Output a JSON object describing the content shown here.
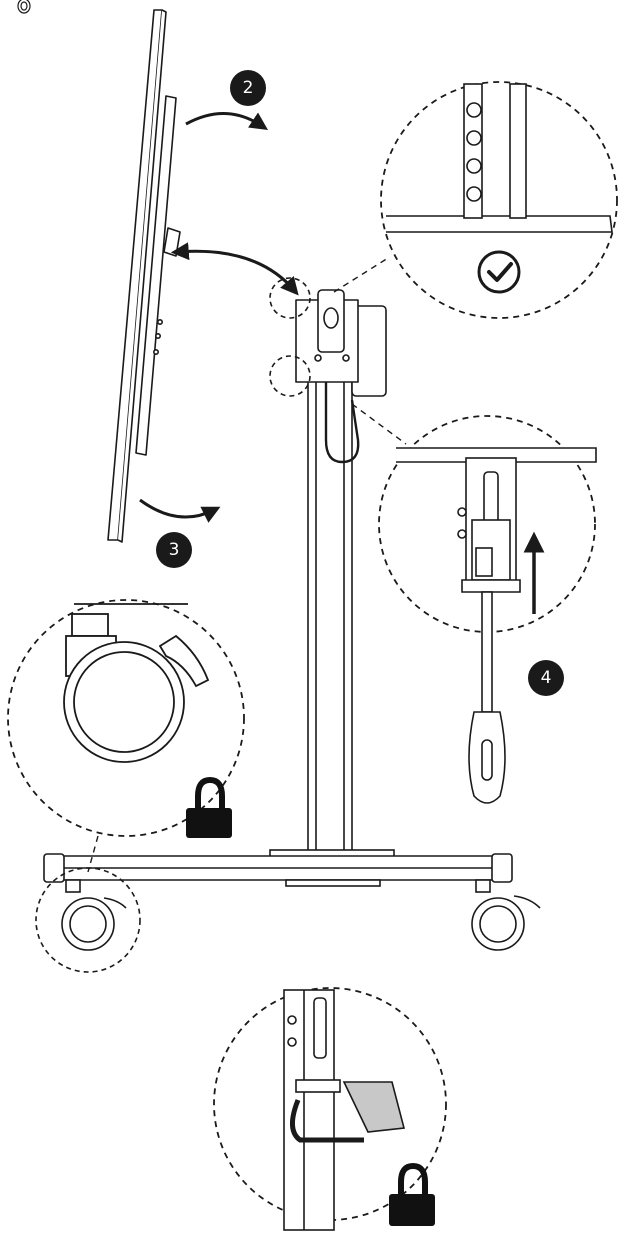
{
  "steps": [
    {
      "label": "2"
    },
    {
      "label": "3"
    },
    {
      "label": "4"
    }
  ],
  "colors": {
    "ink": "#1a1a1a",
    "paper": "#ffffff",
    "grey": "#9a9a9a",
    "lock": "#111111",
    "lock_body_light": "#c8c8c8"
  },
  "icons": [
    "check-icon",
    "lock-icon",
    "arrow-icon",
    "screwdriver-icon"
  ]
}
